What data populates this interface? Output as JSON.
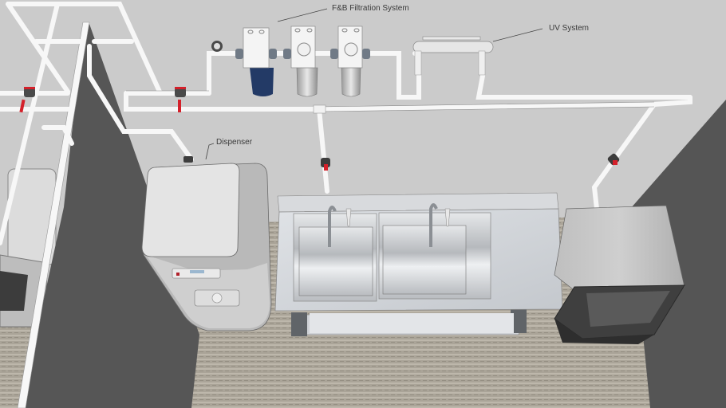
{
  "scene": {
    "title": "Water filtration layout model",
    "colors": {
      "wall": "#cbcbcb",
      "partition": "#565656",
      "carpet": "#a9a397",
      "pipe": "#f7f7f7",
      "valve_handle": "#d4202a",
      "filter_blue": "#233a66",
      "stainless": "#c9ccd0"
    }
  },
  "labels": {
    "filtration": "F&B Filtration System",
    "uv": "UV System",
    "dispenser": "Dispenser"
  },
  "components": [
    {
      "id": "pressure-gauge",
      "name": "Pressure gauge"
    },
    {
      "id": "filter-1",
      "name": "Sediment filter (blue housing)"
    },
    {
      "id": "filter-2",
      "name": "Clear filter housing"
    },
    {
      "id": "filter-3",
      "name": "Clear filter housing"
    },
    {
      "id": "uv-unit",
      "name": "UV sterilizer"
    },
    {
      "id": "water-dispenser",
      "name": "Water dispenser"
    },
    {
      "id": "double-sink",
      "name": "Stainless double sink with faucets"
    },
    {
      "id": "ice-machine",
      "name": "Ice machine"
    },
    {
      "id": "shutoff-valves",
      "name": "Red shutoff valves"
    }
  ]
}
